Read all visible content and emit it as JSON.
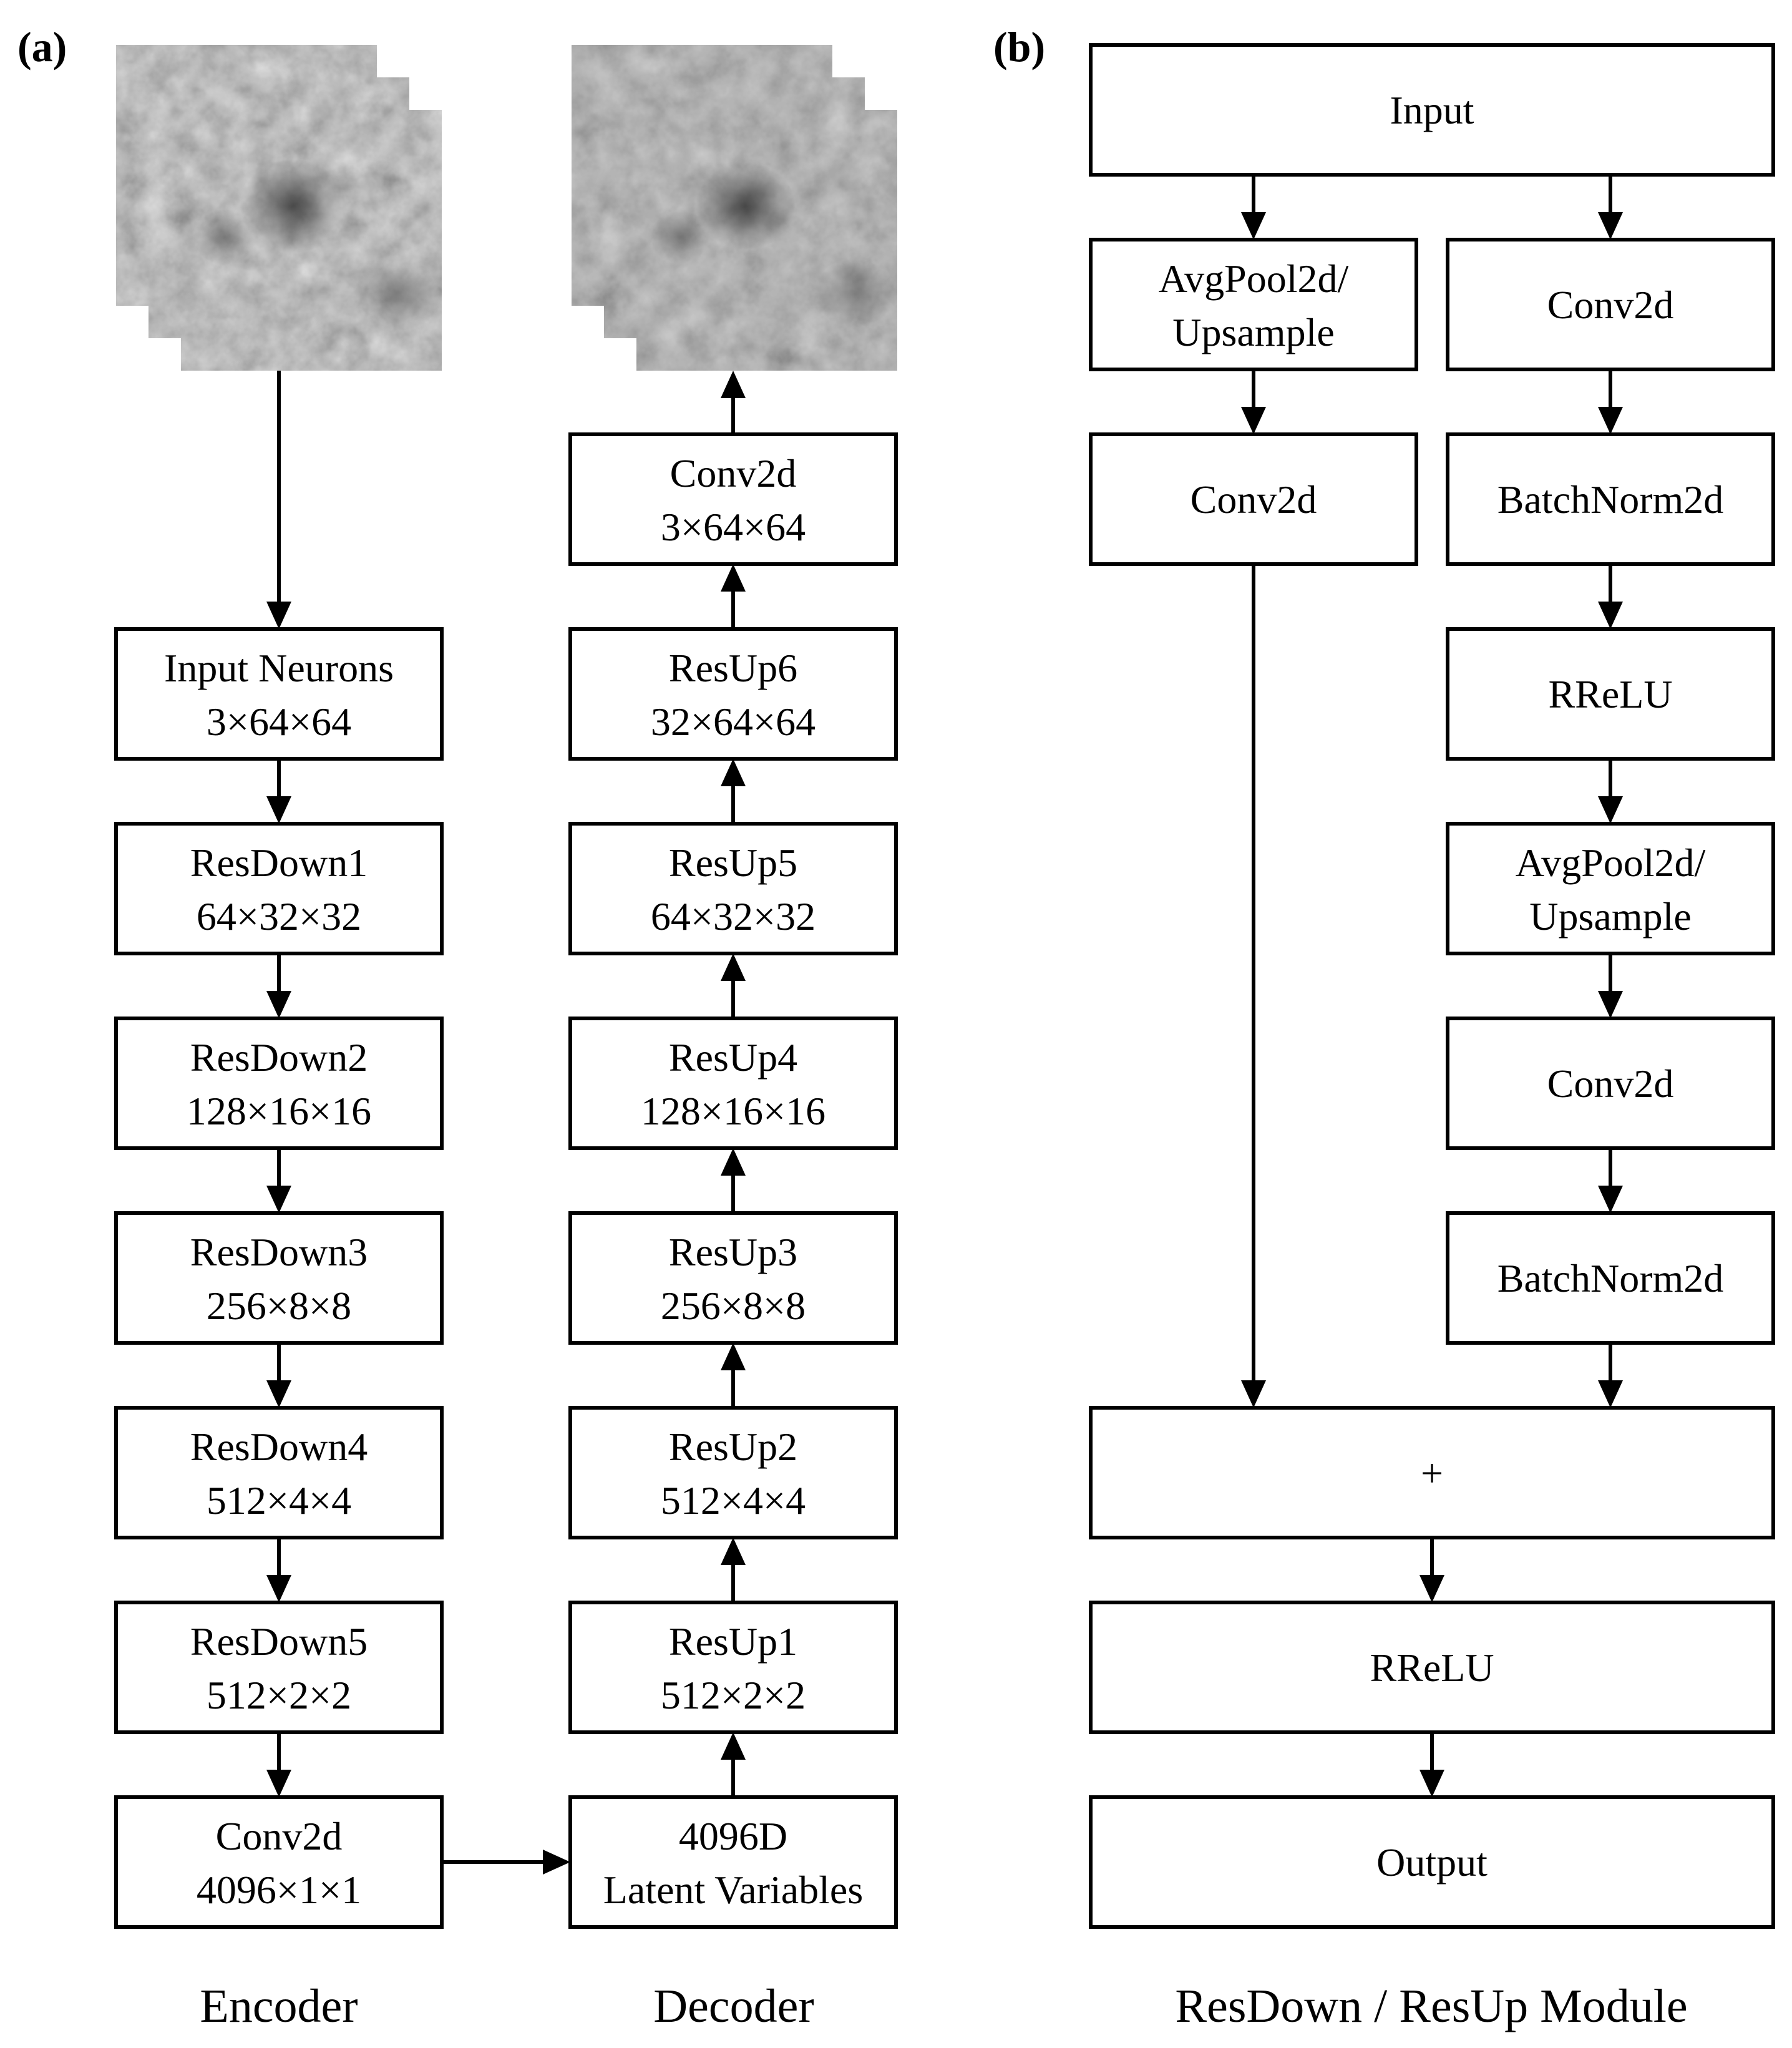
{
  "panel_a": {
    "label": "(a)",
    "encoder": {
      "caption": "Encoder",
      "blocks": [
        {
          "line1": "Input Neurons",
          "line2": "3×64×64"
        },
        {
          "line1": "ResDown1",
          "line2": "64×32×32"
        },
        {
          "line1": "ResDown2",
          "line2": "128×16×16"
        },
        {
          "line1": "ResDown3",
          "line2": "256×8×8"
        },
        {
          "line1": "ResDown4",
          "line2": "512×4×4"
        },
        {
          "line1": "ResDown5",
          "line2": "512×2×2"
        },
        {
          "line1": "Conv2d",
          "line2": "4096×1×1"
        }
      ]
    },
    "decoder": {
      "caption": "Decoder",
      "blocks": [
        {
          "line1": "Conv2d",
          "line2": "3×64×64"
        },
        {
          "line1": "ResUp6",
          "line2": "32×64×64"
        },
        {
          "line1": "ResUp5",
          "line2": "64×32×32"
        },
        {
          "line1": "ResUp4",
          "line2": "128×16×16"
        },
        {
          "line1": "ResUp3",
          "line2": "256×8×8"
        },
        {
          "line1": "ResUp2",
          "line2": "512×4×4"
        },
        {
          "line1": "ResUp1",
          "line2": "512×2×2"
        },
        {
          "line1": "4096D",
          "line2": "Latent Variables"
        }
      ]
    }
  },
  "panel_b": {
    "label": "(b)",
    "caption": "ResDown / ResUp Module",
    "input": "Input",
    "skip_branch": [
      {
        "line1": "AvgPool2d/",
        "line2": "Upsample"
      },
      {
        "line1": "Conv2d",
        "line2": ""
      }
    ],
    "main_branch": [
      {
        "line1": "Conv2d",
        "line2": ""
      },
      {
        "line1": "BatchNorm2d",
        "line2": ""
      },
      {
        "line1": "RReLU",
        "line2": ""
      },
      {
        "line1": "AvgPool2d/",
        "line2": "Upsample"
      },
      {
        "line1": "Conv2d",
        "line2": ""
      },
      {
        "line1": "BatchNorm2d",
        "line2": ""
      }
    ],
    "sum": "+",
    "activation": "RReLU",
    "output": "Output"
  }
}
